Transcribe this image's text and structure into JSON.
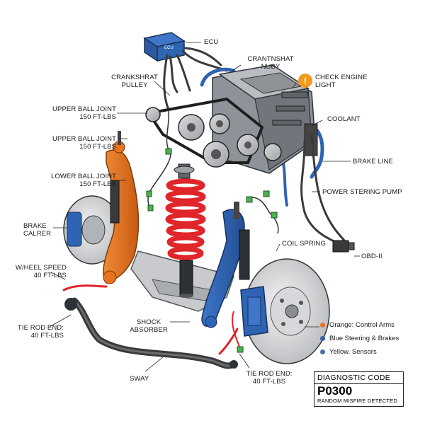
{
  "labels": {
    "ecu": "ECU",
    "ecu_box_text": "ECU",
    "crankshaft_nuby": "CRANTNSHAT\nNUBY",
    "crankshaft_pulley": "CRANKSHRAT\nPULLEY",
    "check_engine": "CHECK ENGINE\nLIGHT",
    "upper_ball_joint_1": "UPPER BALL JOINT\n150 FT-LBS",
    "coolant": "COOLANT",
    "upper_ball_joint_2": "UPPER BALL JOINT\n150 FT-LBS",
    "brake_line": "BRAKE LINE",
    "lower_ball_joint": "LOWER BALL JOINT\n150 FT-LBS",
    "power_steering_pump": "POWER STERING PUMP",
    "brake_caliper": "BRAKE\nCALRER",
    "coil_spring": "COIL SPRING",
    "obd": "OBD-II",
    "wheel_speed": "W/HEEL SPEED\n40 FT-LBS",
    "shock_absorber": "SHOCK\nABSORBER",
    "tie_rod_end_left": "TIE ROD END:\n40 FT-LBS",
    "sway": "SWAY",
    "tie_rod_end_right": "TIE ROD END:\n40 FT-LBS"
  },
  "legend": [
    {
      "label": "Orange: Control Arms",
      "color": "#e8731f"
    },
    {
      "label": "Blue Steering & Brakes",
      "color": "#2f63b4"
    },
    {
      "label": "Yellow. Sensors",
      "color": "#4a6fa8"
    }
  ],
  "diagnostic": {
    "header": "DIAGNOSTIC CODE",
    "code": "P0300",
    "description": "RANDOM MISFIRE DETECTED"
  },
  "colors": {
    "orange": "#e8731f",
    "blue": "#2f63b4",
    "red": "#e0252b",
    "sensor_green": "#4caf50",
    "warning": "#f29a1f"
  }
}
